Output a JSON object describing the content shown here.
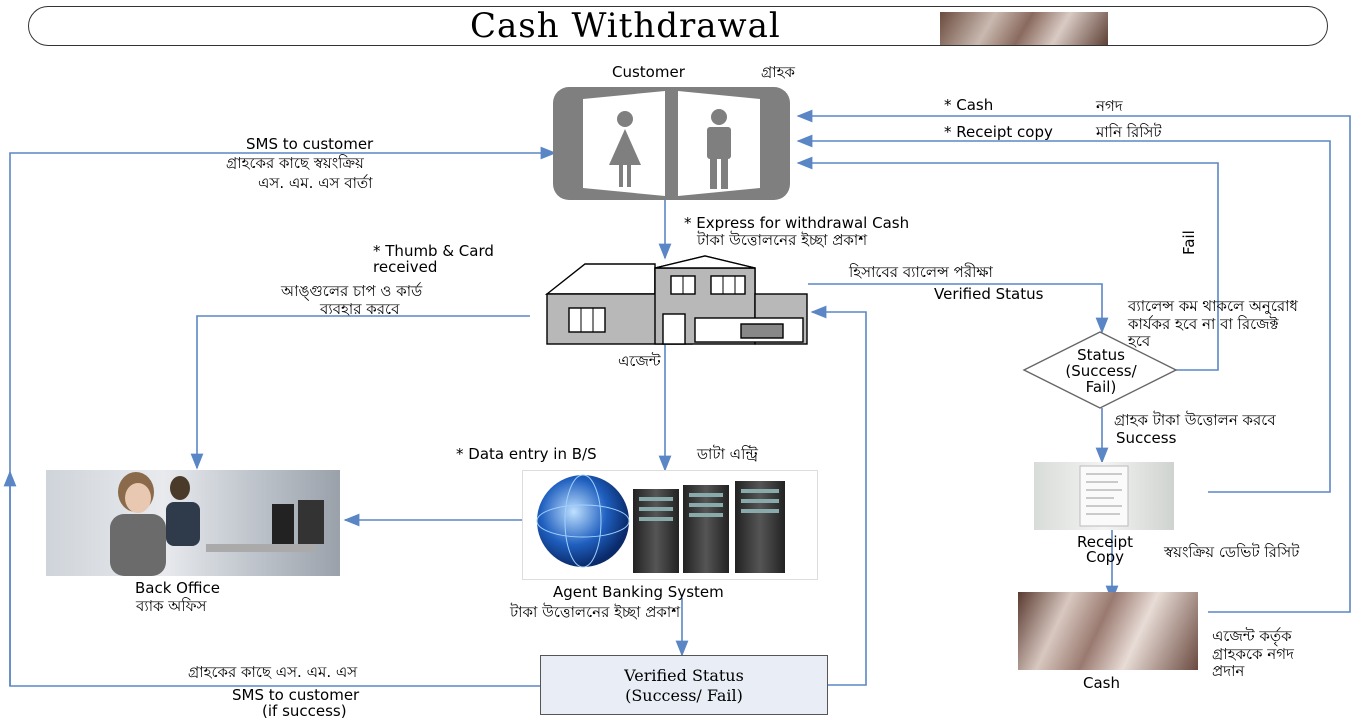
{
  "title": "Cash Withdrawal",
  "customer": {
    "label_en": "Customer",
    "label_bn": "গ্রাহক"
  },
  "sms_top": {
    "en": "SMS to customer",
    "bn1": "গ্রাহকের কাছে স্বয়ংক্রিয়",
    "bn2": "এস. এম. এস বার্তা"
  },
  "returns": {
    "cash_en": "* Cash",
    "cash_bn": "নগদ",
    "receipt_en": "* Receipt copy",
    "receipt_bn": "মানি রিসিট",
    "fail": "Fail"
  },
  "express": {
    "en": "* Express for withdrawal Cash",
    "bn": "টাকা উত্তোলনের ইচ্ছা প্রকাশ"
  },
  "thumb": {
    "en1": "* Thumb & Card",
    "en2": "received",
    "bn1": "আঙ্গুলের চাপ ও কার্ড",
    "bn2": "ব্যবহার করবে"
  },
  "agent": {
    "label": "এজেন্ট"
  },
  "balance": {
    "bn": "হিসাবের ব্যালেন্স পরীক্ষা",
    "en": "Verified Status"
  },
  "note": {
    "bn1": "ব্যালেন্স কম থাকলে অনুরোধ",
    "bn2": "কার্যকর হবে না বা রিজেক্ট",
    "bn3": "হবে"
  },
  "decision": {
    "line1": "Status",
    "line2": "(Success/",
    "line3": "Fail)"
  },
  "success": {
    "bn": "গ্রাহক টাকা উত্তোলন করবে",
    "en": "Success"
  },
  "data_entry": {
    "en": "* Data entry in B/S",
    "bn": "ডাটা এন্ট্রি"
  },
  "back_office": {
    "en": "Back Office",
    "bn": "ব্যাক অফিস"
  },
  "abs_system": {
    "label": "Agent Banking System",
    "bn": "টাকা উত্তোলনের ইচ্ছা প্রকাশ"
  },
  "receipt": {
    "line1": "Receipt",
    "line2": "Copy",
    "bn": "স্বয়ংক্রিয় ডেভিট রিসিট"
  },
  "cash": {
    "label": "Cash",
    "bn1": "এজেন্ট কর্তৃক",
    "bn2": "গ্রাহককে নগদ",
    "bn3": "প্রদান"
  },
  "sms_bottom": {
    "bn": "গ্রাহকের কাছে এস. এম. এস",
    "en1": "SMS to customer",
    "en2": "(if success)"
  },
  "verified_box": {
    "line1": "Verified Status",
    "line2": "(Success/ Fail)"
  },
  "colors": {
    "arrow": "#5b86c5",
    "icon_gray": "#7f7f7f",
    "box_fill": "#e8edf6"
  }
}
